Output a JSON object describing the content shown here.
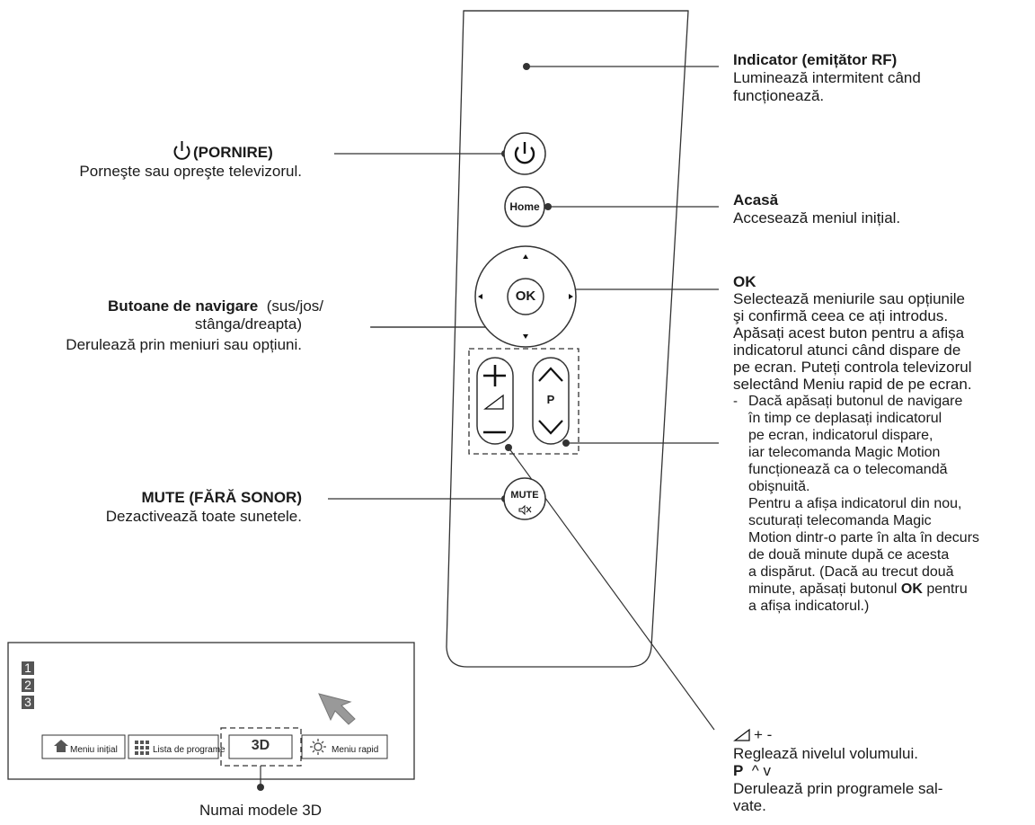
{
  "remote": {
    "power_label": "(PORNIRE)",
    "power_desc": "Porneşte sau opreşte televizorul.",
    "nav_label_bold": "Butoane de navigare",
    "nav_label_rest": "(sus/jos/",
    "nav_label_line2": "stânga/dreapta)",
    "nav_desc": "Derulează prin meniuri sau opțiuni.",
    "mute_label": "MUTE (FĂRĂ SONOR)",
    "mute_desc": "Dezactivează toate sunetele.",
    "indicator_title": "Indicator (emițător RF)",
    "indicator_desc_1": "Luminează intermitent când",
    "indicator_desc_2": "funcționează.",
    "home_title": "Acasă",
    "home_desc": "Accesează meniul inițial.",
    "ok_title": "OK",
    "ok_lines": [
      "Selectează meniurile sau opțiunile",
      "şi confirmă ceea ce ați introdus.",
      "Apăsați acest buton pentru a afișa",
      "indicatorul atunci când dispare de",
      "pe ecran. Puteți controla televizorul",
      "selectând Meniu rapid de pe ecran."
    ],
    "ok_note_dash": "-",
    "ok_note_lines": [
      "Dacă apăsați butonul de navigare",
      "în timp ce deplasați indicatorul",
      "pe ecran, indicatorul dispare,",
      "iar telecomanda Magic Motion",
      "funcționează ca o telecomandă",
      "obişnuită.",
      "Pentru a afișa indicatorul din nou,",
      "scuturați telecomanda Magic",
      "Motion dintr-o parte în alta în decurs",
      "de două minute după ce acesta",
      "a dispărut. (Dacă au trecut două",
      "minute, apăsați butonul"
    ],
    "ok_note_bold": "OK",
    "ok_note_after_bold": " pentru",
    "ok_note_last": "a afișa indicatorul.)",
    "volume_symbol_text": "+ -",
    "volume_desc": "Reglează nivelul volumului.",
    "program_label": "P",
    "program_arrows": "^ v",
    "program_desc_1": "Derulează prin programele sal-",
    "program_desc_2": "vate.",
    "btn_home": "Home",
    "btn_ok": "OK",
    "btn_p": "P",
    "btn_mute": "MUTE"
  },
  "screen": {
    "channel_numbers": [
      "1",
      "2",
      "3"
    ],
    "menu_home": "Meniu inițial",
    "menu_programs": "Lista de programe",
    "menu_3d": "3D",
    "menu_quick": "Meniu rapid",
    "caption": "Numai modele 3D"
  }
}
